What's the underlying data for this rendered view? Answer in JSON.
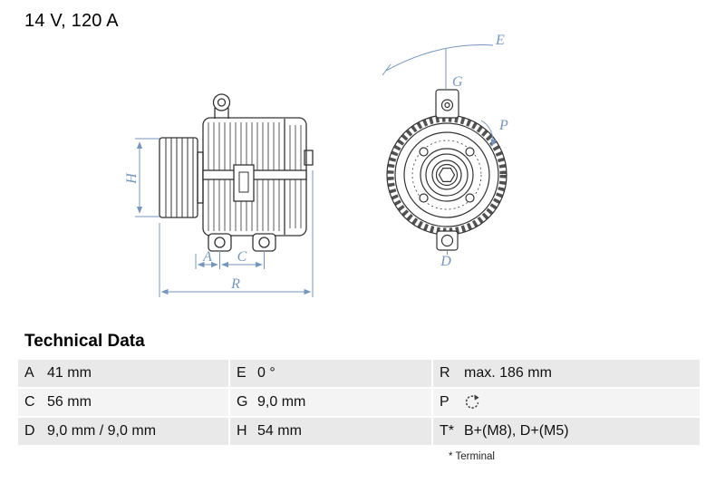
{
  "header": {
    "rating": "14 V, 120 A"
  },
  "diagram": {
    "labels": {
      "H": "H",
      "A": "A",
      "C": "C",
      "R": "R",
      "E": "E",
      "G": "G",
      "P": "P",
      "D": "D"
    },
    "dimension_color": "#7597bd"
  },
  "table": {
    "title": "Technical Data",
    "rows": [
      {
        "c1_label": "A",
        "c1_value": "41 mm",
        "c2_label": "E",
        "c2_value": "0 °",
        "c3_label": "R",
        "c3_value": "max. 186 mm"
      },
      {
        "c1_label": "C",
        "c1_value": "56 mm",
        "c2_label": "G",
        "c2_value": "9,0 mm",
        "c3_label": "P",
        "c3_value": "",
        "c3_icon": "clockwise-rotation-icon"
      },
      {
        "c1_label": "D",
        "c1_value": "9,0 mm / 9,0 mm",
        "c2_label": "H",
        "c2_value": "54 mm",
        "c3_label": "T*",
        "c3_value": "B+(M8), D+(M5)"
      }
    ],
    "footnote": "* Terminal"
  }
}
